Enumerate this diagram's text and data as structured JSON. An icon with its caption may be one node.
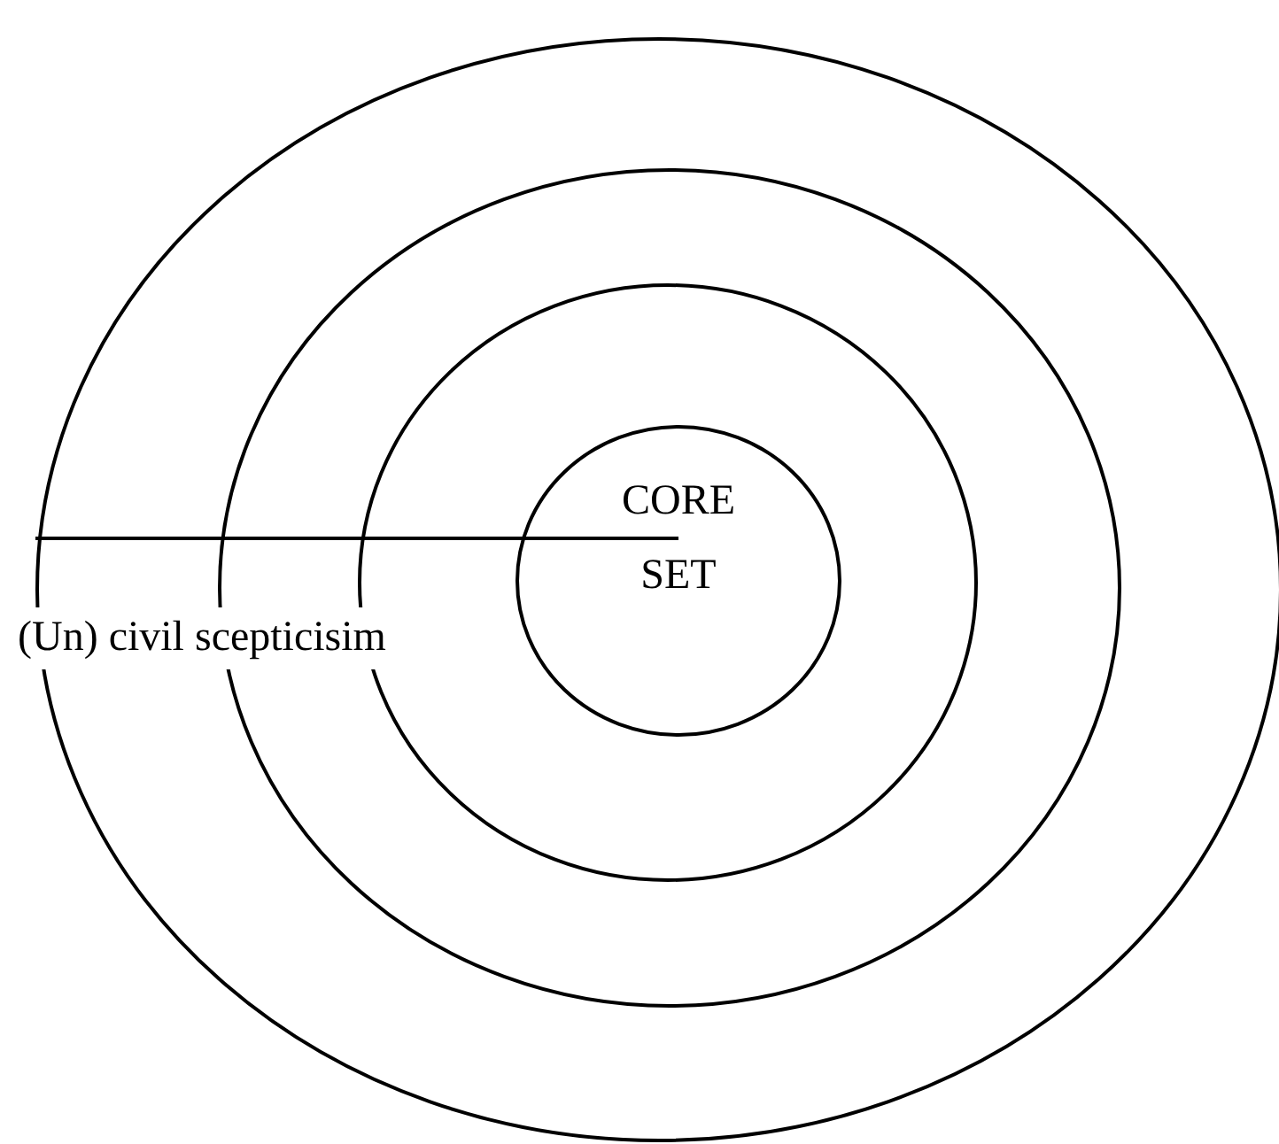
{
  "diagram": {
    "nodes": [
      {
        "text": [],
        "shape": "circle"
      },
      {
        "text": [],
        "shape": "circle",
        "in": 0
      },
      {
        "text": [],
        "shape": "circle",
        "in": 1
      },
      {
        "text": [
          "CORE SET"
        ],
        "in": 2
      }
    ],
    "labels": [
      "(Un) civil scepticisim"
    ]
  }
}
